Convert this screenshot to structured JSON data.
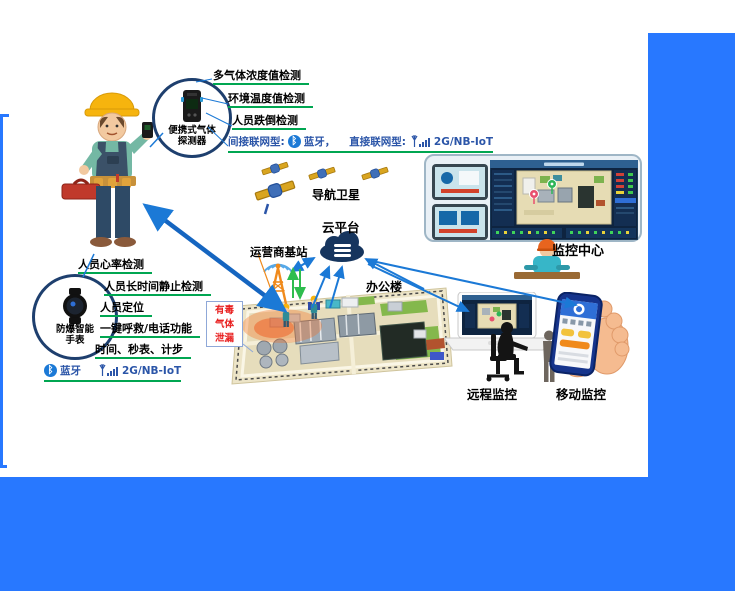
{
  "theme": {
    "panel_blue": "#2878FF",
    "arrow_blue": "#1B79D6",
    "underline_green": "#00A651",
    "network_text_blue": "#2B55A8",
    "alert_red": "#E81E1E",
    "bubble_border_navy": "#1E3F6E",
    "cloud_navy": "#16355E",
    "tower_orange": "#F08A1C"
  },
  "icons": {
    "bluetooth": "ᛒ"
  },
  "detector_bubble": {
    "device_name_1": "便携式气体",
    "device_name_2": "探测器",
    "features": [
      "多气体浓度值检测",
      "环境温度值检测",
      "人员跌倒检测"
    ],
    "network": {
      "indirect_label": "间接联网型:",
      "bluetooth_value": "蓝牙，",
      "direct_label": "直接联网型:",
      "direct_value": "2G/NB-IoT"
    }
  },
  "watch_bubble": {
    "device_name_1": "防爆智能",
    "device_name_2": "手表",
    "features": [
      "人员心率检测",
      "人员长时间静止检测",
      "人员定位",
      "一键呼救/电话功能",
      "时间、秒表、计步"
    ],
    "connectivity": {
      "bluetooth": "蓝牙",
      "cellular": "2G/NB-IoT"
    }
  },
  "scene": {
    "satellites_label": "导航卫星",
    "cloud_label": "云平台",
    "base_station_label": "运营商基站",
    "office_label": "办公楼",
    "gas_leak_line1": "有毒",
    "gas_leak_line2": "气体",
    "gas_leak_line3": "泄漏",
    "monitor_center_label": "监控中心",
    "remote_label": "远程监控",
    "mobile_label": "移动监控"
  }
}
